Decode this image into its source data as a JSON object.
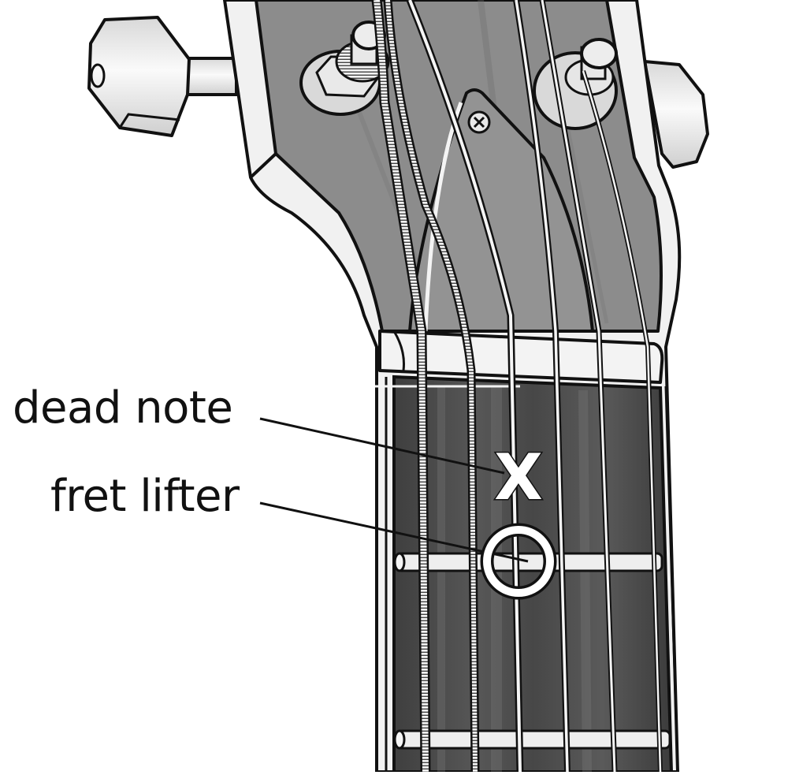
{
  "diagram": {
    "subject": "guitar-headstock-and-neck",
    "labels": [
      {
        "id": "dead-note",
        "text": "dead note",
        "marker": "X",
        "marker_symbol": "x-mark"
      },
      {
        "id": "fret-lifter",
        "text": "fret lifter",
        "marker": "O",
        "marker_symbol": "circle-mark"
      }
    ],
    "markers": {
      "dead_note_glyph": "X"
    },
    "colors": {
      "background": "#ffffff",
      "headstock": "#8a8a8a",
      "fretboard": "#4a4a4a",
      "nut": "#f2f2f2",
      "outline": "#111111",
      "marker_fill": "#ffffff"
    },
    "string_count": 6,
    "tuning_pegs_visible": 4
  }
}
